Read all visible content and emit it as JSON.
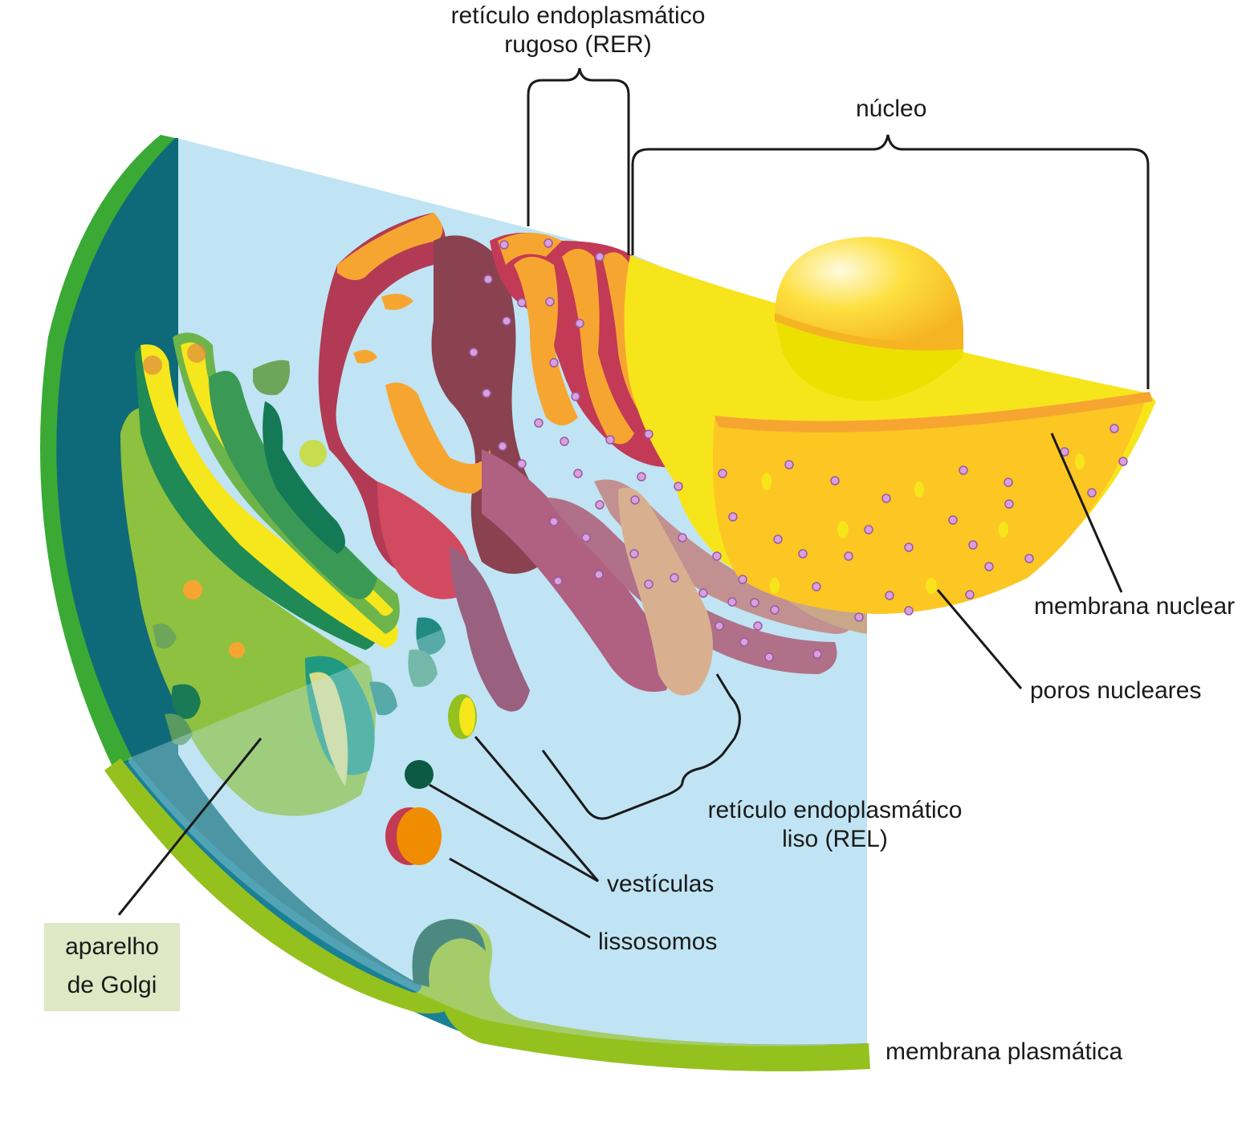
{
  "labels": {
    "rer_line1": "retículo endoplasmático",
    "rer_line2": "rugoso (RER)",
    "nucleo": "núcleo",
    "membrana_nuclear": "membrana nuclear",
    "poros_nucleares": "poros nucleares",
    "rel_line1": "retículo endoplasmático",
    "rel_line2": "liso (REL)",
    "vesiculas": "vestículas",
    "lissosomos": "lissosomos",
    "golgi_line1": "aparelho",
    "golgi_line2": "de Golgi",
    "membrana_plasmatica": "membrana plasmática"
  },
  "colors": {
    "cytoplasm": "#c0e4f3",
    "cell_wall_outer": "#3aaa35",
    "cell_wall_inner": "#0e6a78",
    "nucleus": "#f7e51c",
    "nucleus_cut": "#fcc623",
    "nucleolus": "#fbbf2a",
    "rer": "#c23a55",
    "rer_orange": "#f7a531",
    "golgi_dark": "#1a8a5a",
    "golgi_light": "#8ec13f",
    "lysosome": "#f08c00",
    "vesicle_dark": "#0d5a44",
    "label_box": "#dfe8c4"
  }
}
